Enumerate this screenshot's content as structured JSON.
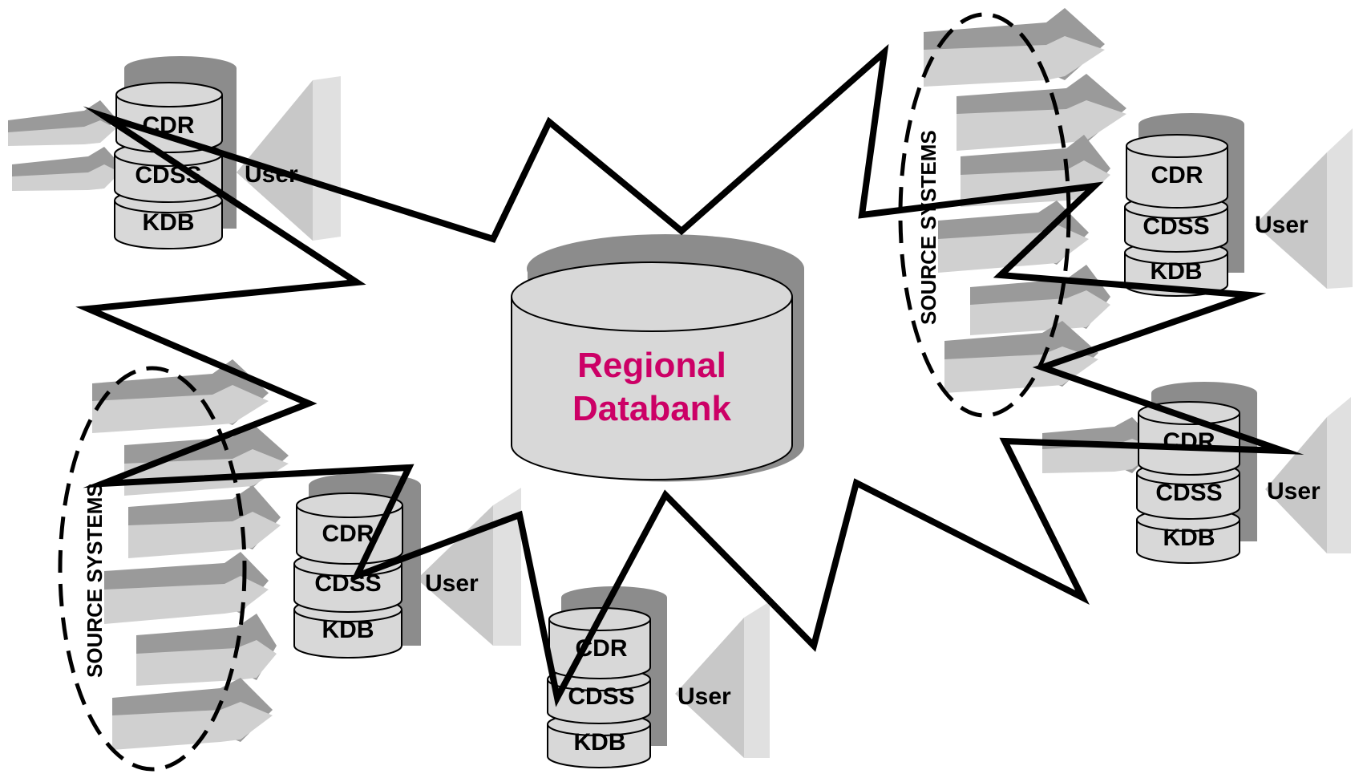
{
  "center": {
    "line1": "Regional",
    "line2": "Databank",
    "text_color": "#cc0066"
  },
  "nodes": [
    {
      "id": "top-left",
      "db": [
        "CDR",
        "CDSS",
        "KDB"
      ],
      "user": "User"
    },
    {
      "id": "mid-left",
      "db": [
        "CDR",
        "CDSS",
        "KDB"
      ],
      "user": "User"
    },
    {
      "id": "bottom-center",
      "db": [
        "CDR",
        "CDSS",
        "KDB"
      ],
      "user": "User"
    },
    {
      "id": "top-right",
      "db": [
        "CDR",
        "CDSS",
        "KDB"
      ],
      "user": "User"
    },
    {
      "id": "mid-right",
      "db": [
        "CDR",
        "CDSS",
        "KDB"
      ],
      "user": "User"
    }
  ],
  "source_groups": [
    {
      "id": "left",
      "label": "SOURCE SYSTEMS"
    },
    {
      "id": "right",
      "label": "SOURCE SYSTEMS"
    }
  ],
  "colors": {
    "cylinder_fill": "#d8d8d8",
    "cylinder_shadow": "#8c8c8c",
    "arrow_dark": "#999999",
    "arrow_light": "#d4d4d4",
    "user_cone": "#c8c8c8",
    "starburst_stroke": "#000000"
  }
}
